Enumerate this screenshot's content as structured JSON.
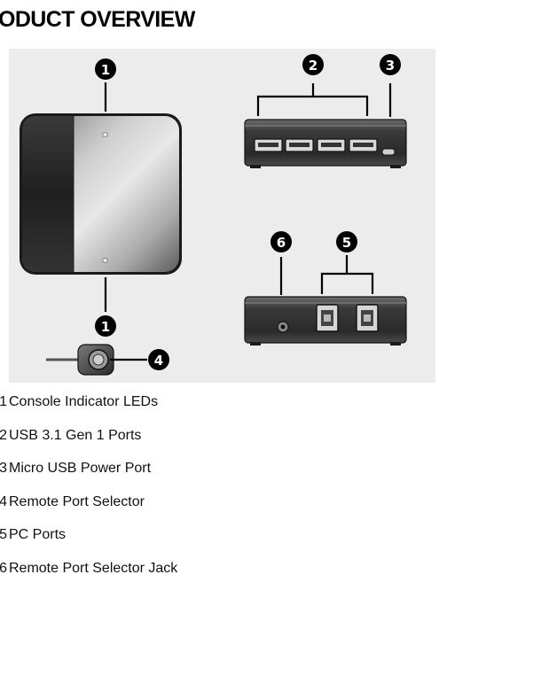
{
  "page": {
    "title": "ODUCT OVERVIEW"
  },
  "figure": {
    "callouts": [
      "1",
      "2",
      "3",
      "1",
      "4",
      "6",
      "5"
    ]
  },
  "legend": [
    {
      "number": "1.",
      "text": "Console Indicator LEDs"
    },
    {
      "number": "2.",
      "text": "USB 3.1 Gen 1 Ports"
    },
    {
      "number": "3.",
      "text": "Micro USB Power Port"
    },
    {
      "number": "4.",
      "text": "Remote Port Selector"
    },
    {
      "number": "5.",
      "text": "PC Ports"
    },
    {
      "number": "6.",
      "text": "Remote Port Selector Jack"
    }
  ]
}
